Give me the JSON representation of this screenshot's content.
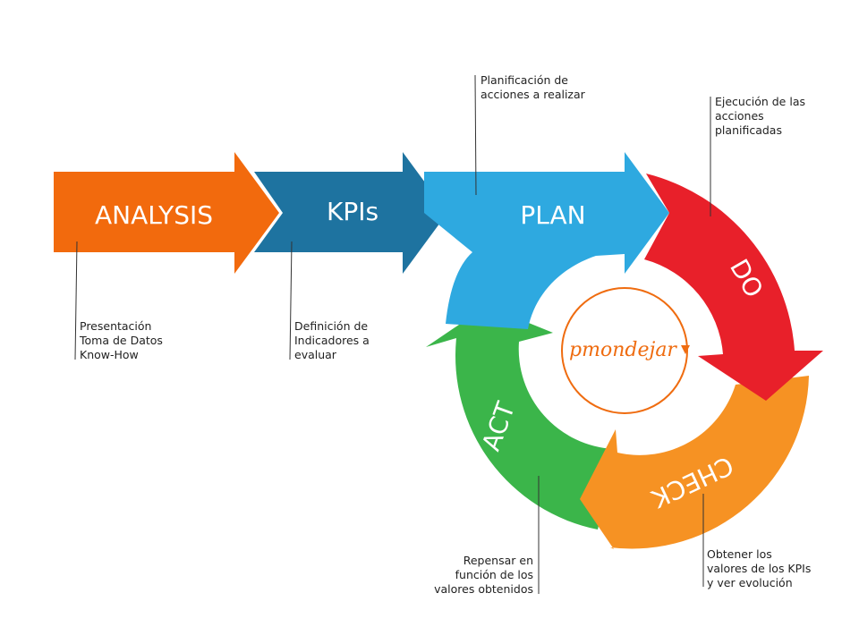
{
  "colors": {
    "analysis": "#f26a0d",
    "kpis": "#1e73a0",
    "plan": "#2ea9e0",
    "do": "#e8202a",
    "check": "#f69223",
    "act": "#3bb54a",
    "logo": "#ef6c10"
  },
  "stages": {
    "analysis": "ANALYSIS",
    "kpis": "KPIs",
    "plan": "PLAN",
    "do": "DO",
    "check": "CHECK",
    "act": "ACT"
  },
  "notes": {
    "analysis": "Presentación\nToma de Datos\nKnow-How",
    "kpis": "Definición de\nIndicadores a\nevaluar",
    "plan": "Planificación de\nacciones a realizar",
    "do": "Ejecución de las\nacciones\nplanificadas",
    "check": "Obtener los\nvalores de los KPIs\ny ver evolución",
    "act": "Repensar en\nfunción de los\nvalores obtenidos"
  },
  "logo": "pmondejar"
}
